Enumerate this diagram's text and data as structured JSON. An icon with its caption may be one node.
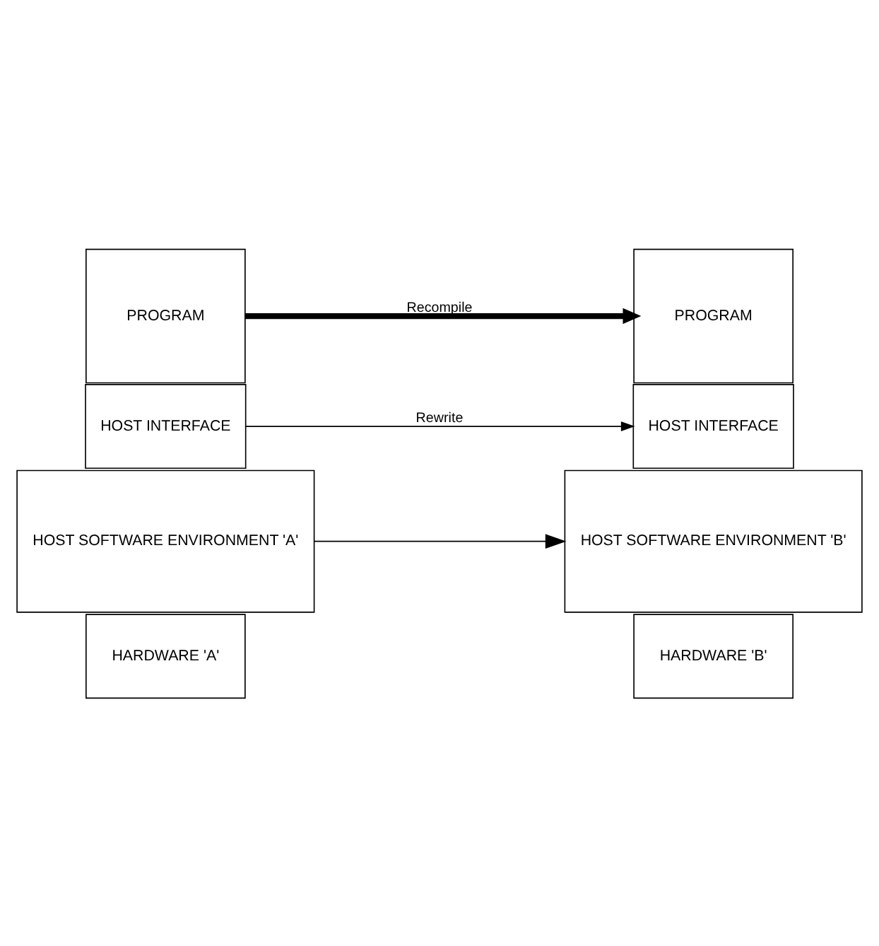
{
  "diagram": {
    "nodes": [
      {
        "text": [
          "PROGRAM"
        ]
      },
      {
        "text": [
          "HOST INTERFACE"
        ]
      },
      {
        "text": [
          "HOST SOFTWARE ENVIRONMENT 'A'"
        ]
      },
      {
        "text": [
          "HARDWARE 'A'"
        ]
      },
      {
        "text": [
          "PROGRAM"
        ]
      },
      {
        "text": [
          "HOST INTERFACE"
        ]
      },
      {
        "text": [
          "HOST SOFTWARE ENVIRONMENT 'B'"
        ]
      },
      {
        "text": [
          "HARDWARE 'B'"
        ]
      }
    ],
    "edges": [
      {
        "from": 0,
        "to": 4,
        "arrow": "to",
        "label": "Recompile",
        "style": "thick"
      },
      {
        "from": 1,
        "to": 5,
        "arrow": "to",
        "label": "Rewrite"
      },
      {
        "from": 2,
        "to": 6,
        "arrow": "to",
        "color": "#000000"
      }
    ]
  }
}
